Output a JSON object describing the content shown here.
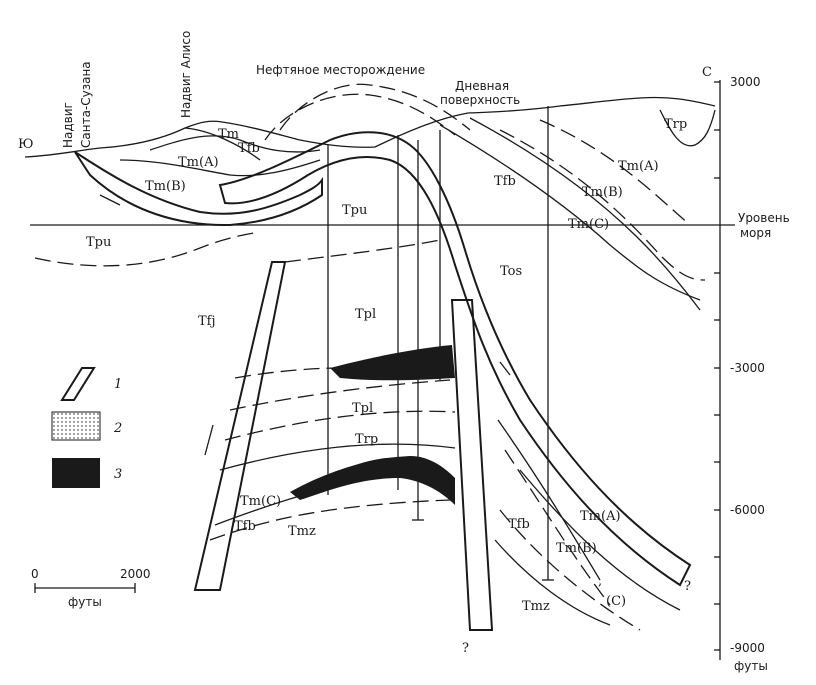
{
  "directions": {
    "south": "Ю",
    "north": "С"
  },
  "thrusts": {
    "santa_susana_1": "Надвиг",
    "santa_susana_2": "Санта-Сузана",
    "aliso": "Надвиг Алисо"
  },
  "oilfield": "Нефтяное месторождение",
  "surface_1": "Дневная",
  "surface_2": "поверхность",
  "sea_level_1": "Уровень",
  "sea_level_2": "моря",
  "units": {
    "tm": "Tm",
    "tfb": "Tfb",
    "tm_a": "Tm(A)",
    "tm_b": "Tm(B)",
    "tm_c": "Tm(C)",
    "tpu": "Tpu",
    "tpl": "Tpl",
    "trp": "Trp",
    "tos": "Tos",
    "tfj": "Tfj",
    "tmz": "Tmz",
    "tm_b2": "Tm(B)",
    "c": "(C)",
    "comma": ",",
    "q": "?"
  },
  "legend": {
    "n1": "1",
    "n2": "2",
    "n3": "3"
  },
  "depth_axis": {
    "ticks": [
      "3000",
      "-3000",
      "-6000",
      "-9000"
    ],
    "unit": "футы"
  },
  "scale": {
    "start": "0",
    "end": "2000",
    "unit": "футы"
  },
  "colors": {
    "ink": "#1a1a1a",
    "paper": "#ffffff",
    "oil": "#1a1a1a"
  }
}
